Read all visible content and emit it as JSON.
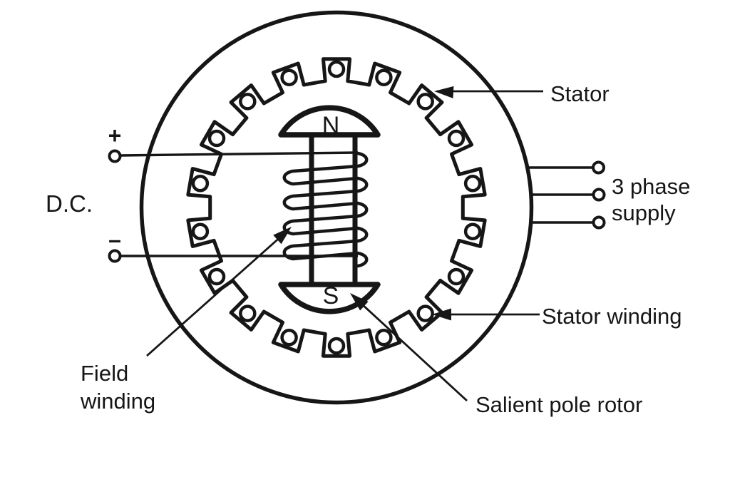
{
  "machine": {
    "labels": {
      "stator": "Stator",
      "stator_winding": "Stator winding",
      "salient_pole_rotor": "Salient pole rotor",
      "field_winding_line1": "Field",
      "field_winding_line2": "winding",
      "dc": "D.C.",
      "three_phase_line1": "3 phase",
      "three_phase_line2": "supply"
    },
    "terminals": {
      "plus": "+",
      "minus": "–"
    },
    "poles": {
      "north": "N",
      "south": "S"
    },
    "colors": {
      "ink": "#161616",
      "background": "#ffffff"
    }
  }
}
